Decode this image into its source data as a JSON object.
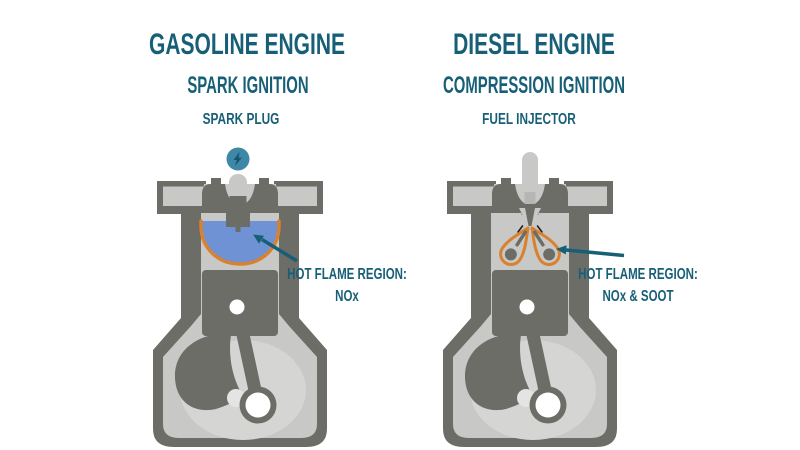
{
  "colors": {
    "teal": "#175f77",
    "spark_blue": "#3f87a6",
    "spark_bolt": "#14566d",
    "dark_gray": "#6d6d68",
    "light_gray": "#c8c8c6",
    "lighter_gray": "#d5d5d3",
    "highlight_gray": "#e4e4e2",
    "mid_gray": "#b6b6b4",
    "flame_blue": "#6f92d4",
    "flame_orange": "#d9812e",
    "background": "#ffffff"
  },
  "left": {
    "title": "GASOLINE ENGINE",
    "subtitle": "SPARK IGNITION",
    "component": "SPARK PLUG",
    "flame_line1": "HOT FLAME REGION:",
    "flame_line2": "NOx"
  },
  "right": {
    "title": "DIESEL ENGINE",
    "subtitle": "COMPRESSION IGNITION",
    "component": "FUEL INJECTOR",
    "flame_line1": "HOT FLAME REGION:",
    "flame_line2": "NOx & SOOT"
  },
  "icons": {
    "spark": "lightning-bolt-in-circle"
  }
}
